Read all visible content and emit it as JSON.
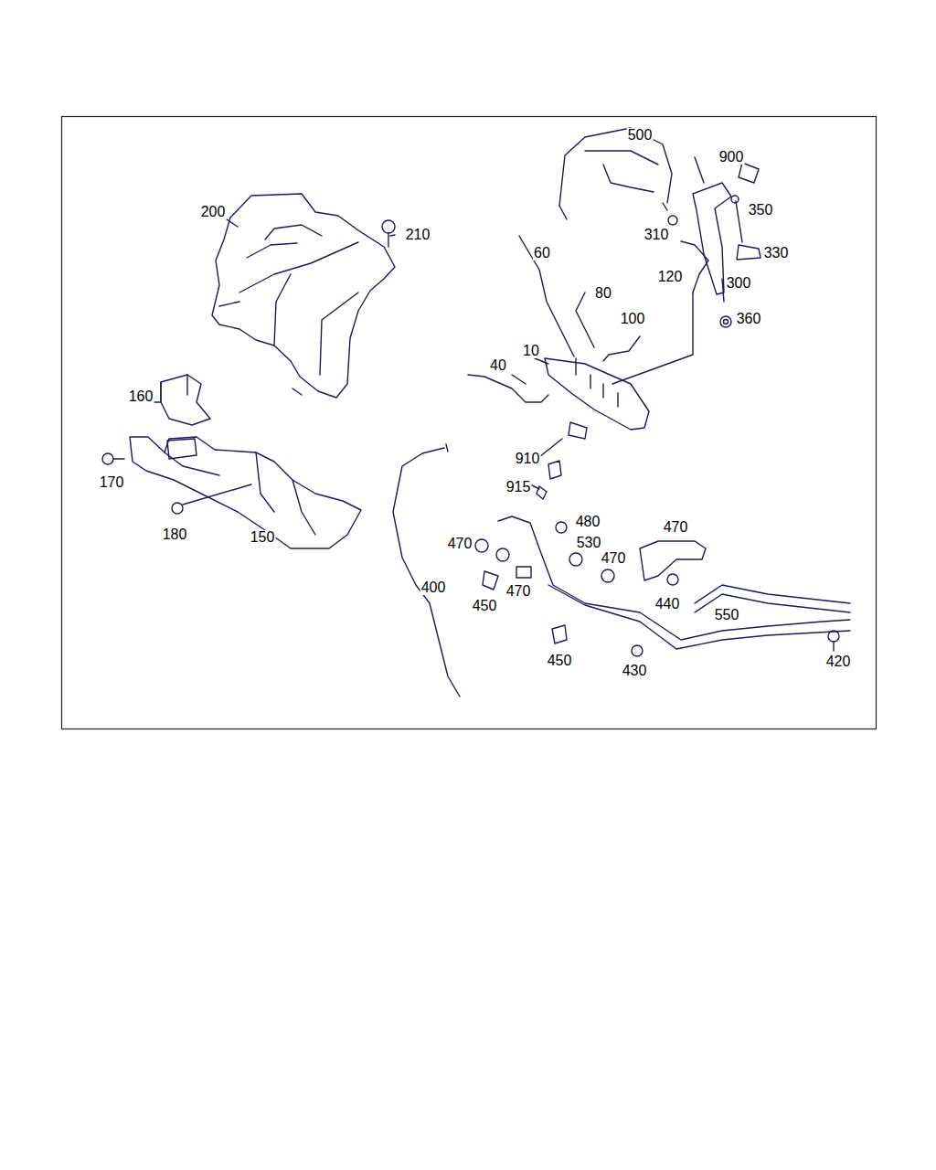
{
  "diagram": {
    "labels": [
      "500",
      "900",
      "350",
      "200",
      "210",
      "310",
      "330",
      "60",
      "120",
      "300",
      "80",
      "360",
      "100",
      "10",
      "40",
      "160",
      "910",
      "170",
      "915",
      "180",
      "150",
      "480",
      "470",
      "530",
      "470",
      "470",
      "470",
      "400",
      "440",
      "450",
      "550",
      "450",
      "430",
      "420"
    ]
  }
}
